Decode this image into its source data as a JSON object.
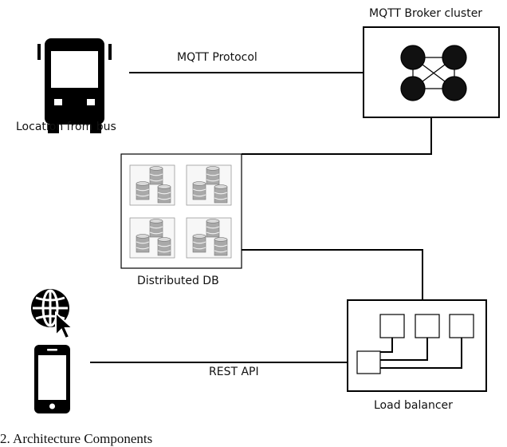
{
  "diagram": {
    "broker_cluster_label": "MQTT Broker cluster",
    "mqtt_protocol_label": "MQTT Protocol",
    "bus_label": "Location from bus",
    "distributed_db_label": "Distributed DB",
    "rest_api_label": "REST API",
    "load_balancer_label": "Load balancer",
    "figure_caption": "2.   Architecture Components"
  }
}
